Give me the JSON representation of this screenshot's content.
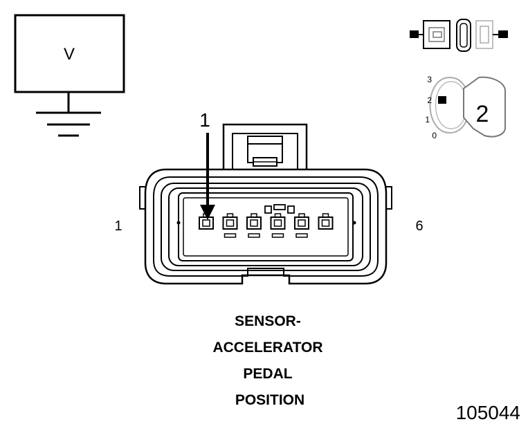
{
  "voltmeter": {
    "symbol": "V"
  },
  "pin_callout": {
    "number": "1"
  },
  "pin_labels": {
    "left": "1",
    "right": "6"
  },
  "ignition": {
    "positions": [
      "3",
      "2",
      "1",
      "0"
    ],
    "selected": "2",
    "key_label": "2"
  },
  "title": [
    "SENSOR-",
    "ACCELERATOR",
    "PEDAL",
    "POSITION"
  ],
  "figure_id": "105044",
  "colors": {
    "line": "#000000",
    "part_fill": "#ffffff"
  }
}
